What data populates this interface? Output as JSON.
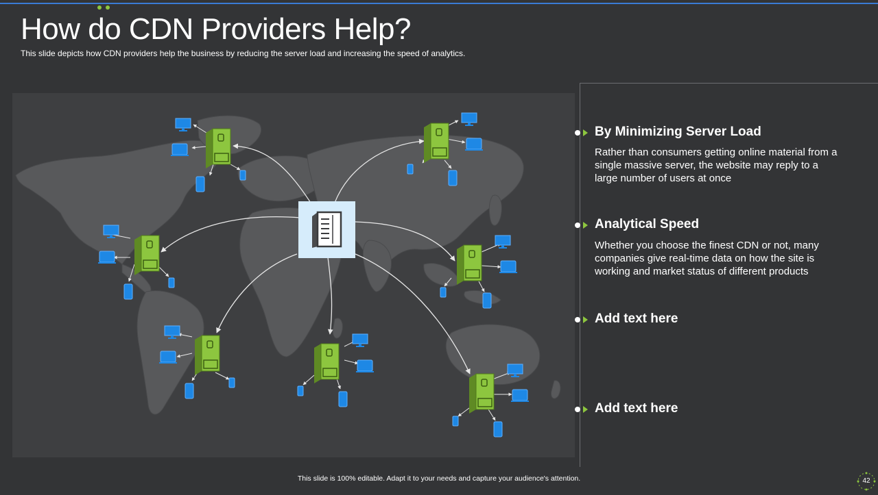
{
  "slide": {
    "title": "How do CDN Providers Help?",
    "subtitle": "This slide depicts how CDN providers  help the business by reducing the server  load and increasing the speed of analytics.",
    "footer": "This slide is 100% editable.  Adapt it to your needs and capture your audience's attention.",
    "page_number": "42"
  },
  "points": [
    {
      "heading": "By Minimizing Server Load",
      "body": "Rather than consumers getting online material from a single massive server, the website may reply to a large number of users at once"
    },
    {
      "heading": "Analytical Speed",
      "body": "Whether you choose the finest CDN or not, many companies give real-time data on how the site is working and market status of different products"
    },
    {
      "heading": "Add text here",
      "body": ""
    },
    {
      "heading": "Add text here",
      "body": ""
    }
  ],
  "colors": {
    "background": "#333436",
    "map_panel": "#3e3f41",
    "land": "#58595b",
    "edge_server": "#8dc63f",
    "device": "#1e88e5",
    "origin_server_bg": "#d6ecfb",
    "accent_line": "#3a7bd5"
  },
  "icons": {
    "origin": "origin-server-icon",
    "edge": "edge-server-icon",
    "monitor": "monitor-icon",
    "laptop": "laptop-icon",
    "phone": "phone-icon"
  }
}
